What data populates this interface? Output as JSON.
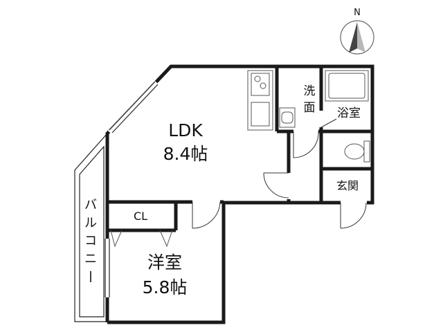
{
  "compass": {
    "north_label": "N",
    "icon": "north-arrow-icon"
  },
  "rooms": {
    "ldk": {
      "name": "LDK",
      "size": "8.4帖"
    },
    "western": {
      "name": "洋室",
      "size": "5.8帖"
    },
    "closet": {
      "name": "CL"
    },
    "washroom": {
      "name_line1": "洗",
      "name_line2": "面"
    },
    "bath": {
      "name": "浴室"
    },
    "entrance": {
      "name": "玄関"
    },
    "balcony": {
      "chars": [
        "バ",
        "ル",
        "コ",
        "ニ",
        "ー"
      ]
    }
  }
}
